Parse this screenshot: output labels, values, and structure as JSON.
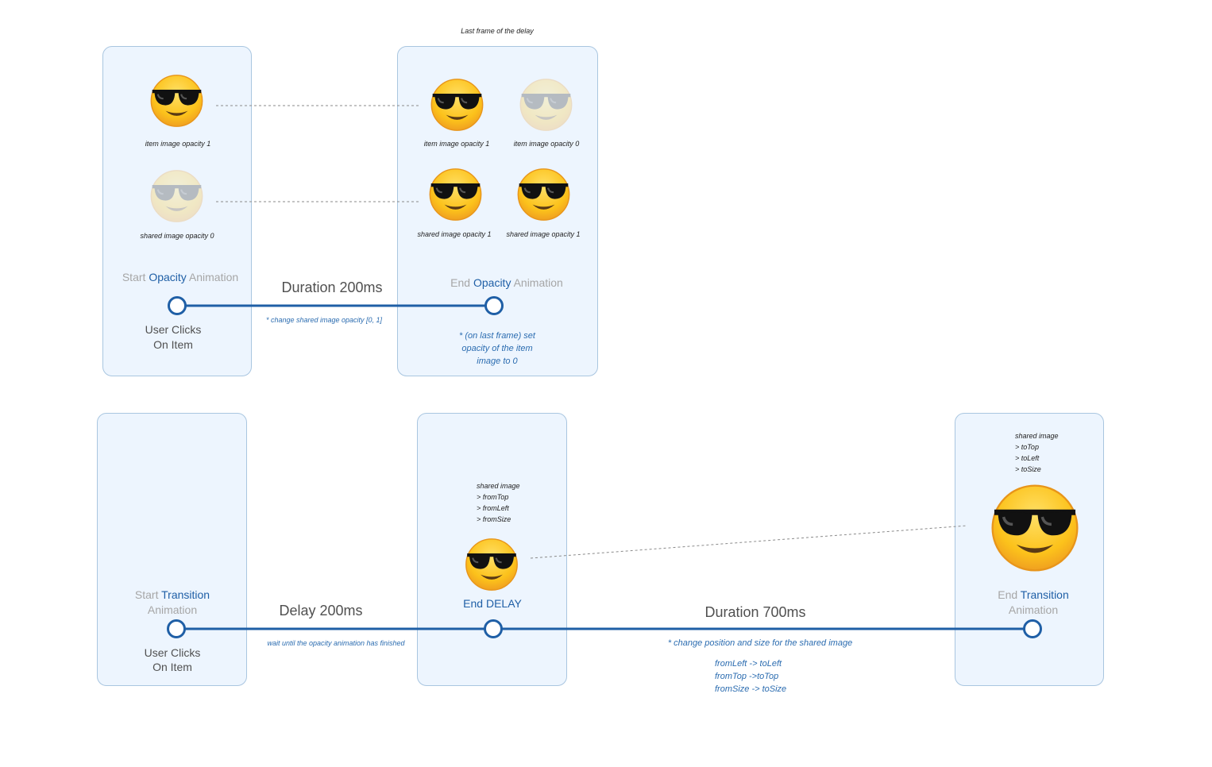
{
  "top": {
    "caption": "Last frame of the delay",
    "start_label": {
      "prefix": "Start ",
      "highlight": "Opacity",
      "suffix": " Animation"
    },
    "end_label": {
      "prefix": "End ",
      "highlight": "Opacity",
      "suffix": " Animation"
    },
    "duration": "Duration 200ms",
    "duration_note": "* change shared image opacity [0, 1]",
    "user_clicks": [
      "User Clicks",
      "On Item"
    ],
    "end_note": [
      "* (on last frame) set",
      "opacity of the item",
      "image to 0"
    ],
    "start_panel": {
      "item_caption": "item image opacity 1",
      "shared_caption": "shared image opacity 0"
    },
    "end_panel": {
      "item_caption_1": "item image opacity 1",
      "item_caption_2": "item image opacity 0",
      "shared_caption_1": "shared image opacity 1",
      "shared_caption_2": "shared image opacity 1"
    }
  },
  "bottom": {
    "start_label": {
      "prefix": "Start ",
      "highlight": "Transition",
      "line2": "Animation"
    },
    "end_delay": "End DELAY",
    "end_label": {
      "prefix": "End ",
      "highlight": "Transition",
      "line2": "Animation"
    },
    "delay": "Delay 200ms",
    "delay_note": "wait until the opacity animation has finished",
    "duration": "Duration 700ms",
    "duration_note": "* change position and size for the shared image",
    "user_clicks": [
      "User Clicks",
      "On Item"
    ],
    "from_list": [
      "shared image",
      "> fromTop",
      "> fromLeft",
      "> fromSize"
    ],
    "to_list": [
      "shared image",
      "> toTop",
      "> toLeft",
      "> toSize"
    ],
    "mapping": [
      "fromLeft -> toLeft",
      "fromTop ->toTop",
      "fromSize -> toSize"
    ]
  },
  "icons": {
    "emoji": "smiling-face-with-sunglasses-icon"
  },
  "colors": {
    "line": "#1f5fa6",
    "panel": "#edf5fe",
    "panel_border": "#a9c6e0",
    "accent": "#1f5fa6",
    "muted": "#a6a6a6"
  }
}
